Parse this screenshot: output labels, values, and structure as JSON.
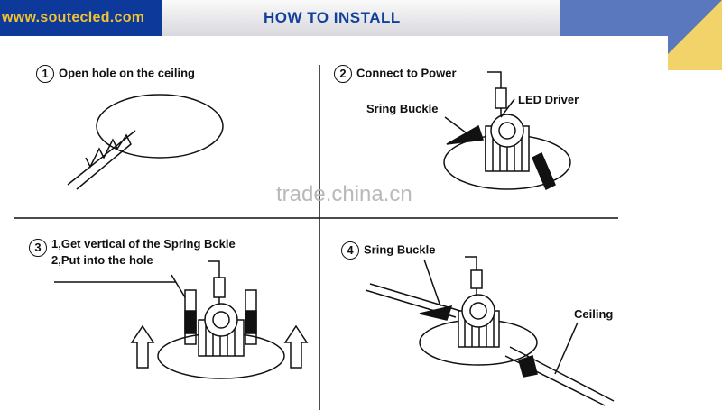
{
  "header": {
    "site": "www.soutecled.com",
    "title": "HOW TO INSTALL"
  },
  "steps": [
    {
      "number": "1",
      "label": "Open hole on the ceiling"
    },
    {
      "number": "2",
      "label": "Connect to Power",
      "callouts": [
        "LED Driver",
        "Sring Buckle"
      ]
    },
    {
      "number": "3",
      "label": "1,Get vertical of the Spring Bckle",
      "label2": "2,Put into the hole"
    },
    {
      "number": "4",
      "label": "Sring Buckle",
      "callouts": [
        "Ceiling"
      ]
    }
  ],
  "watermark": "trade.china.cn"
}
